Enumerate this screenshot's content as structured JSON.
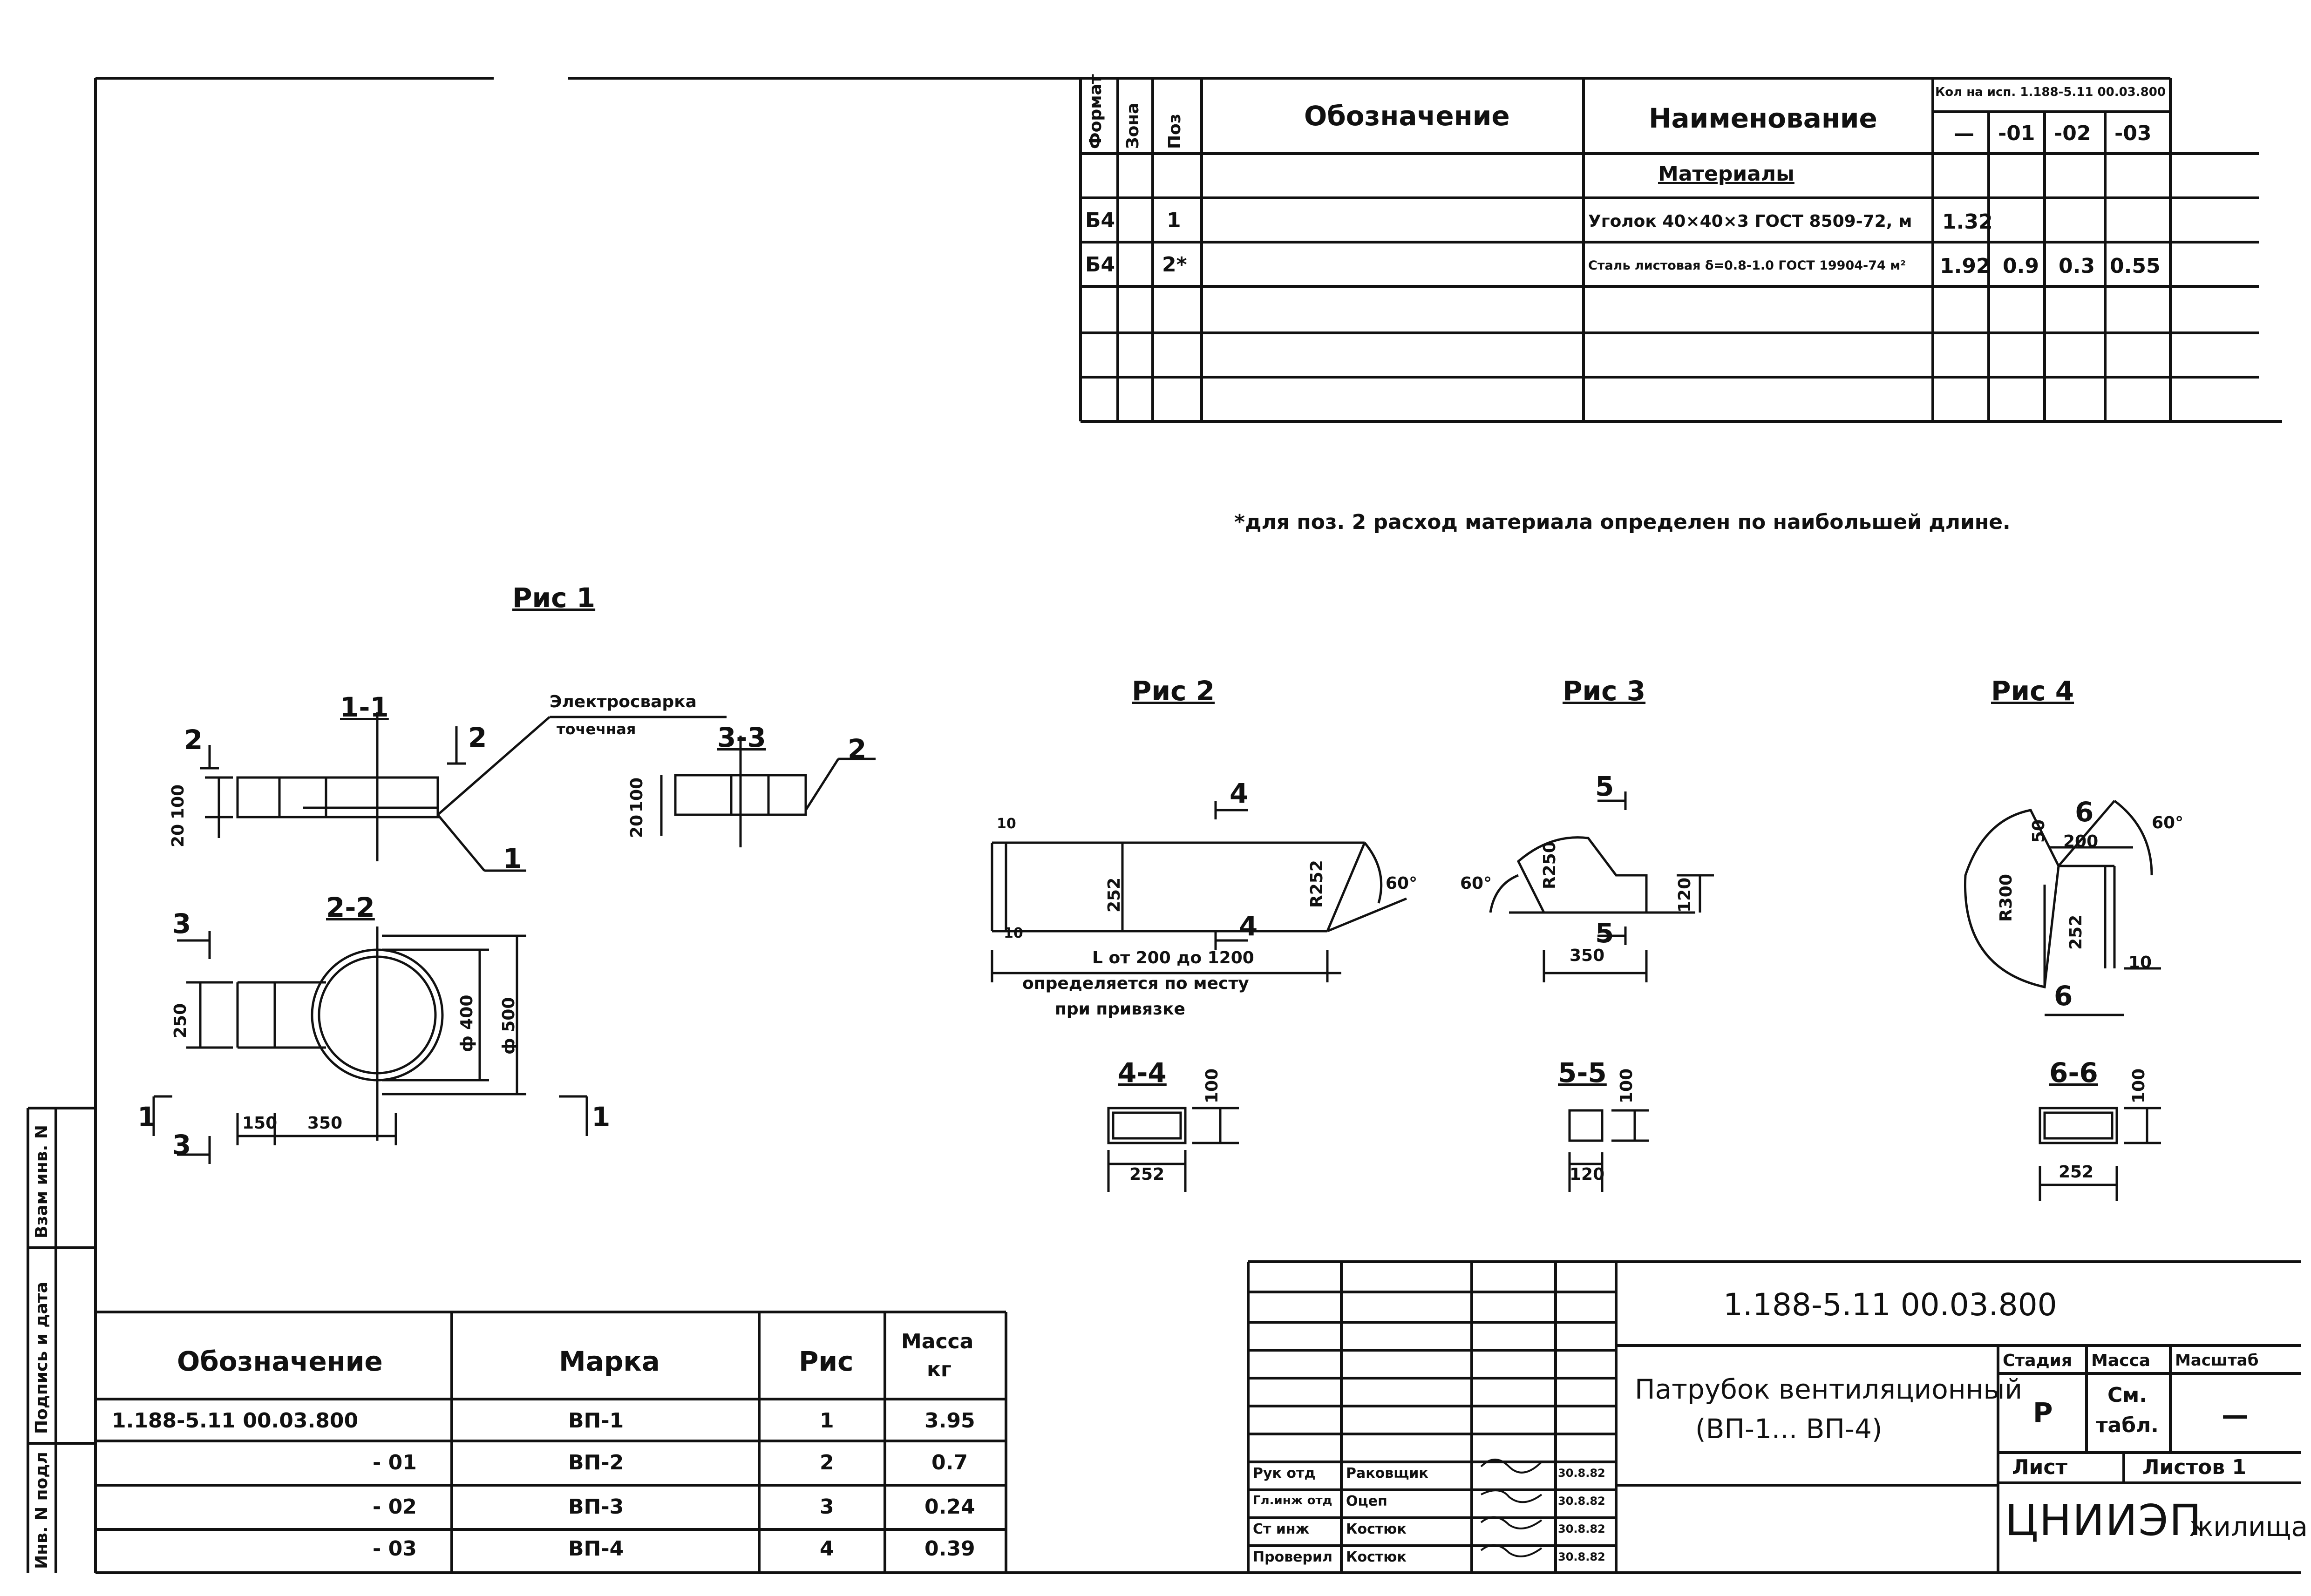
{
  "spec_table": {
    "headers": {
      "format": "Формат",
      "zone": "Зона",
      "pos": "Поз",
      "designation": "Обозначение",
      "name": "Наименование",
      "qty": "Кол на исп. 1.188-5.11 00.03.800"
    },
    "variants": [
      "—",
      "-01",
      "-02",
      "-03"
    ],
    "section": "Материалы",
    "rows": [
      {
        "format": "Б4",
        "pos": "1",
        "name": "Уголок 40×40×3 ГОСТ 8509-72, м",
        "q": [
          "1.32",
          "",
          "",
          ""
        ]
      },
      {
        "format": "Б4",
        "pos": "2*",
        "name": "Сталь листовая δ=0.8-1.0 ГОСТ 19904-74 м²",
        "q": [
          "1.92",
          "0.9",
          "0.3",
          "0.55"
        ]
      }
    ]
  },
  "note": "*для поз. 2 расход материала определен по наибольшей длине.",
  "fig1": {
    "title": "Рис 1",
    "s11": "1-1",
    "s22": "2-2",
    "s33": "3-3",
    "weld": "Электросварка",
    "weld2": "точечная",
    "d400": "ф 400",
    "d500": "ф 500",
    "dims": {
      "a": "100",
      "b": "20",
      "c": "250",
      "d": "150",
      "e": "350",
      "m1": "1",
      "m2": "2",
      "m3": "3"
    }
  },
  "fig2": {
    "title": "Рис 2",
    "h": "252",
    "r": "R252",
    "ang": "60°",
    "t": "10",
    "len": "L от 200 до 1200",
    "note1": "определяется по месту",
    "note2": "при привязке",
    "sec": "4",
    "s44": "4-4",
    "w": "252",
    "h2": "100"
  },
  "fig3": {
    "title": "Рис 3",
    "r": "R250",
    "ang": "60°",
    "w": "350",
    "h": "120",
    "sec": "5",
    "s55": "5-5",
    "sw": "120",
    "sh": "100"
  },
  "fig4": {
    "title": "Рис 4",
    "r": "R300",
    "ang": "60°",
    "w": "200",
    "h": "252",
    "a": "50",
    "t": "10",
    "sec": "6",
    "s66": "6-6",
    "sw": "252",
    "sh": "100"
  },
  "parts_table": {
    "headers": {
      "designation": "Обозначение",
      "mark": "Марка",
      "fig": "Рис",
      "mass": "Масса",
      "mass_unit": "кг"
    },
    "rows": [
      {
        "designation": "1.188-5.11 00.03.800",
        "mark": "ВП-1",
        "fig": "1",
        "mass": "3.95"
      },
      {
        "designation": "- 01",
        "mark": "ВП-2",
        "fig": "2",
        "mass": "0.7"
      },
      {
        "designation": "- 02",
        "mark": "ВП-3",
        "fig": "3",
        "mass": "0.24"
      },
      {
        "designation": "- 03",
        "mark": "ВП-4",
        "fig": "4",
        "mass": "0.39"
      }
    ]
  },
  "title_block": {
    "code": "1.188-5.11 00.03.800",
    "title1": "Патрубок вентиляционный",
    "title2": "(ВП-1... ВП-4)",
    "stage_label": "Стадия",
    "mass_label": "Масса",
    "scale_label": "Масштаб",
    "stage": "Р",
    "mass1": "См.",
    "mass2": "табл.",
    "scale": "—",
    "sheet_label": "Лист",
    "sheets_label": "Листов 1",
    "org1": "ЦНИИЭП",
    "org2": "жилища",
    "people": [
      {
        "role": "Рук отд",
        "name": "Раковщик",
        "date": "30.8.82"
      },
      {
        "role": "Гл.инж отд",
        "name": "Оцеп",
        "date": "30.8.82"
      },
      {
        "role": "Ст инж",
        "name": "Костюк",
        "date": "30.8.82"
      },
      {
        "role": "Проверил",
        "name": "Костюк",
        "date": "30.8.82"
      }
    ]
  },
  "side_stamp": {
    "inv": "Инв. N подл",
    "sign": "Подпись и дата",
    "vzam": "Взам инв. N"
  }
}
